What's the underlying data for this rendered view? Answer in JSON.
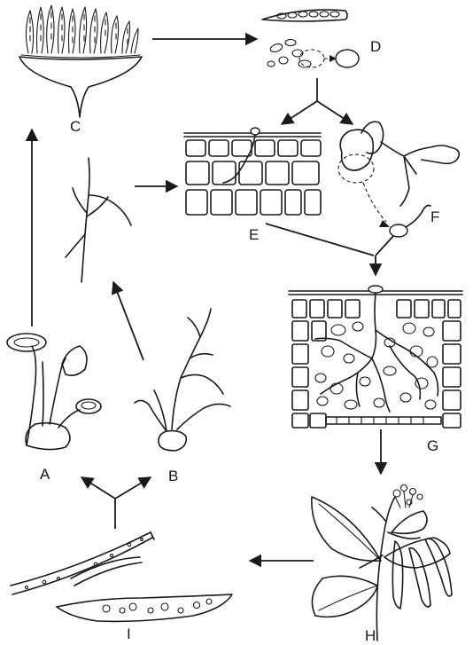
{
  "labels": {
    "a": "A",
    "b": "B",
    "c": "C",
    "d": "D",
    "e": "E",
    "f": "F",
    "g": "G",
    "h": "H",
    "i": "I"
  },
  "colors": {
    "ink": "#1a1a1a",
    "background": "#ffffff"
  }
}
